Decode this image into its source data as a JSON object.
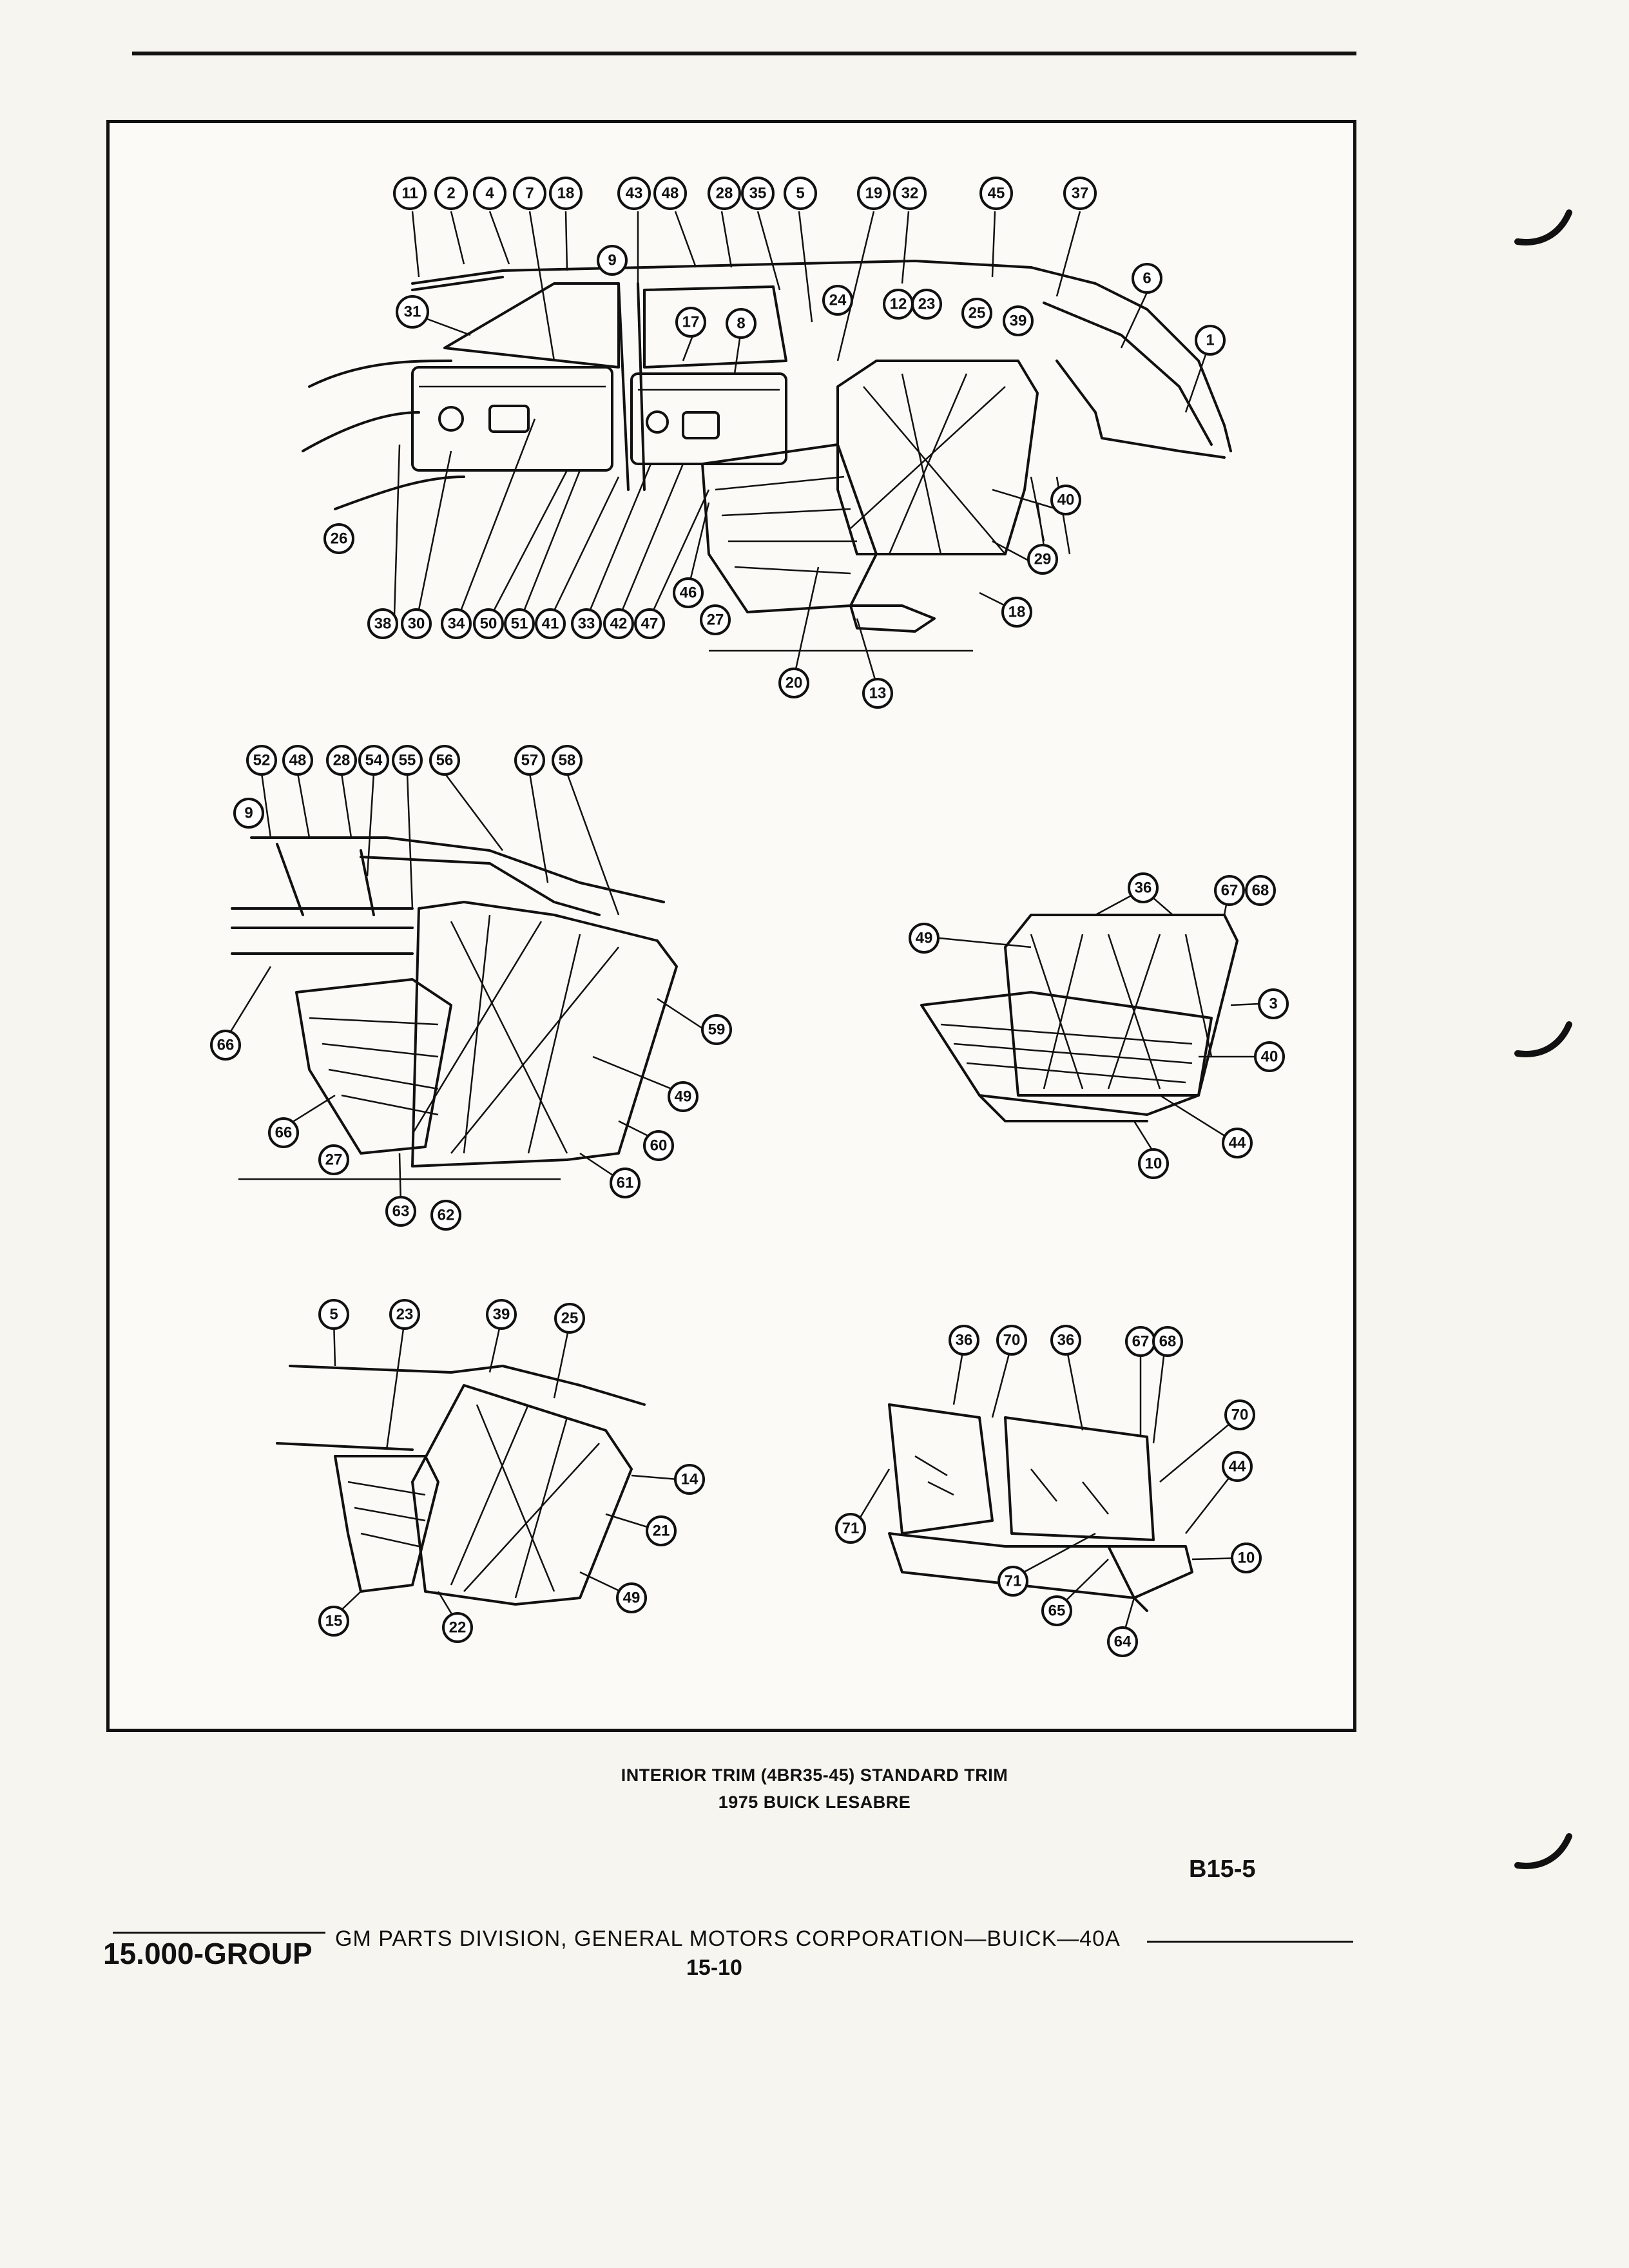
{
  "figure": {
    "caption_line1": "INTERIOR TRIM (4BR35-45) STANDARD TRIM",
    "caption_line2": "1975 BUICK LESABRE",
    "plate_id": "B15-5"
  },
  "footer": {
    "group": "15.000-GROUP",
    "publisher": "GM PARTS DIVISION, GENERAL MOTORS CORPORATION—BUICK—40A",
    "page": "15-10"
  },
  "callouts": {
    "view1_top_row": [
      "11",
      "2",
      "4",
      "7",
      "18",
      "43",
      "48",
      "28",
      "35",
      "5",
      "19",
      "32",
      "45",
      "37"
    ],
    "view1_upper_mid": [
      "9",
      "31",
      "24",
      "12",
      "23",
      "25",
      "39",
      "6",
      "1",
      "17",
      "8"
    ],
    "view1_right": [
      "40",
      "29",
      "18"
    ],
    "view1_left": [
      "26"
    ],
    "view1_bottom_row": [
      "38",
      "30",
      "34",
      "50",
      "51",
      "41",
      "33",
      "42",
      "47",
      "46",
      "27",
      "20",
      "13"
    ],
    "view2_top_row": [
      "52",
      "48",
      "28",
      "54",
      "55",
      "56",
      "57",
      "58"
    ],
    "view2_left": [
      "9",
      "66",
      "66",
      "27"
    ],
    "view2_right": [
      "59",
      "49",
      "60",
      "61"
    ],
    "view2_bottom": [
      "63",
      "62"
    ],
    "view3": [
      "36",
      "67",
      "68",
      "49",
      "3",
      "40",
      "44",
      "10"
    ],
    "view4": [
      "5",
      "23",
      "39",
      "25",
      "14",
      "21",
      "49",
      "15",
      "22"
    ],
    "view5": [
      "36",
      "70",
      "36",
      "67",
      "68",
      "70",
      "44",
      "71",
      "10",
      "71",
      "65",
      "64"
    ]
  }
}
